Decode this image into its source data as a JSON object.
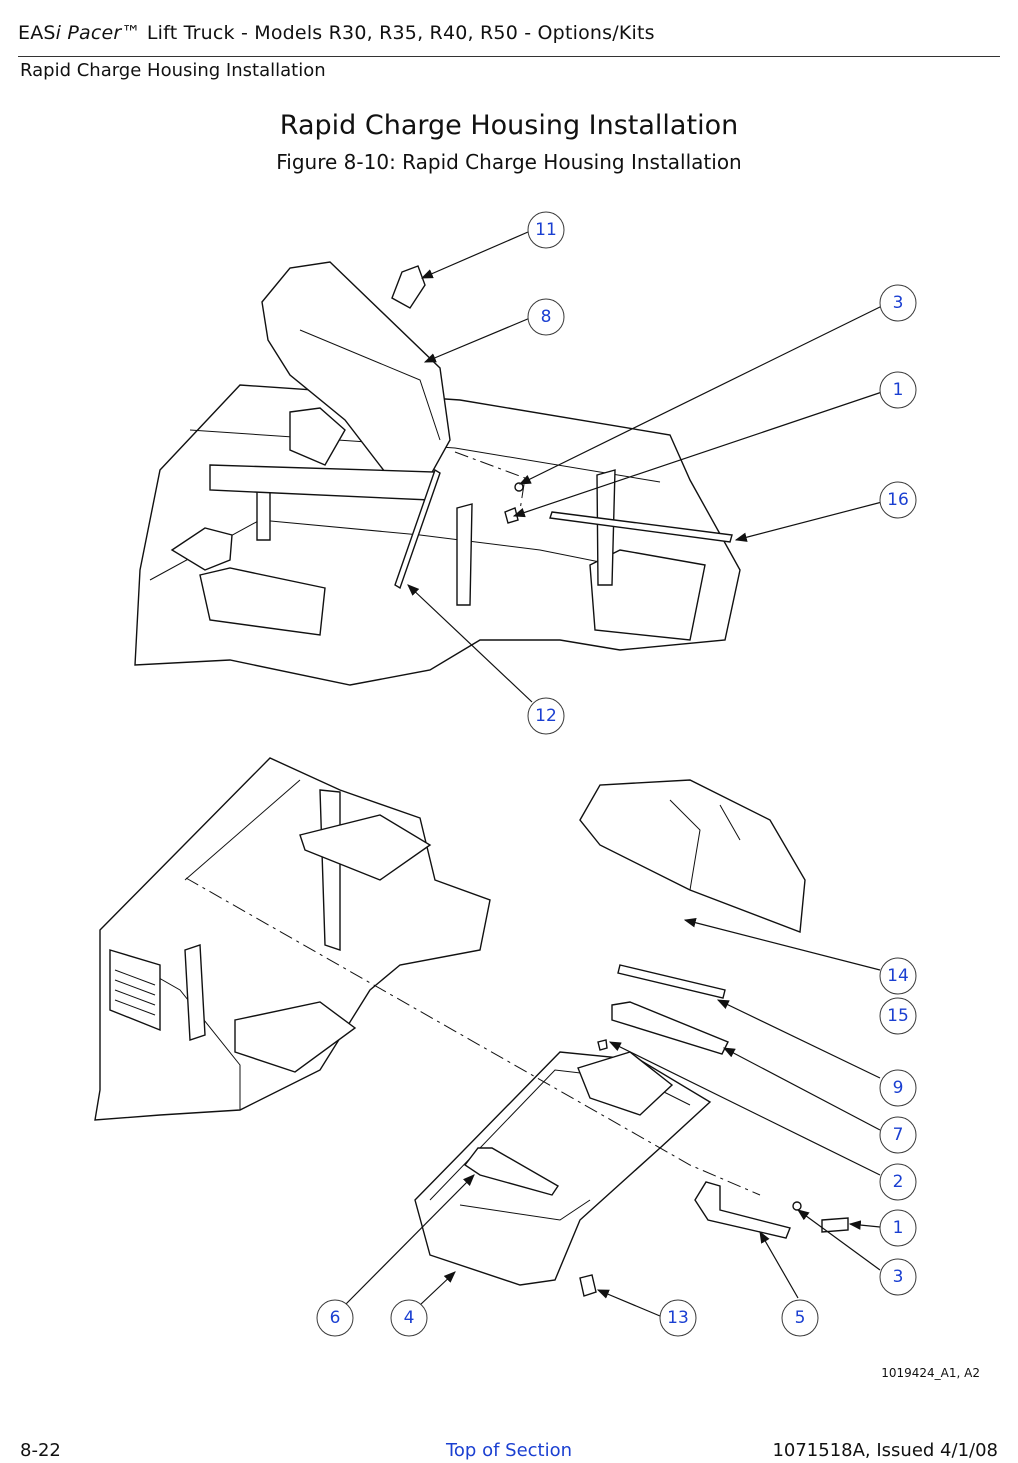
{
  "header": {
    "title_prefix": "EAS",
    "title_italic_i": "i",
    "title_italic_pacer": " Pacer",
    "title_suffix": "™ Lift Truck - Models R30, R35, R40, R50 - Options/Kits",
    "section": "Rapid Charge Housing Installation"
  },
  "page_title": "Rapid Charge Housing Installation",
  "figure_caption": "Figure 8-10:  Rapid Charge Housing Installation",
  "callouts_top": [
    "11",
    "8",
    "3",
    "1",
    "16",
    "12"
  ],
  "callouts_bottom": [
    "14",
    "15",
    "9",
    "7",
    "2",
    "1",
    "3",
    "6",
    "4",
    "13",
    "5"
  ],
  "drawing_id": "1019424_A1, A2",
  "footer": {
    "page_number": "8-22",
    "link": "Top of Section",
    "doc_id": "1071518A, Issued 4/1/08"
  },
  "colors": {
    "callout_text": "#1a3fd1",
    "link": "#1a3fd1"
  }
}
